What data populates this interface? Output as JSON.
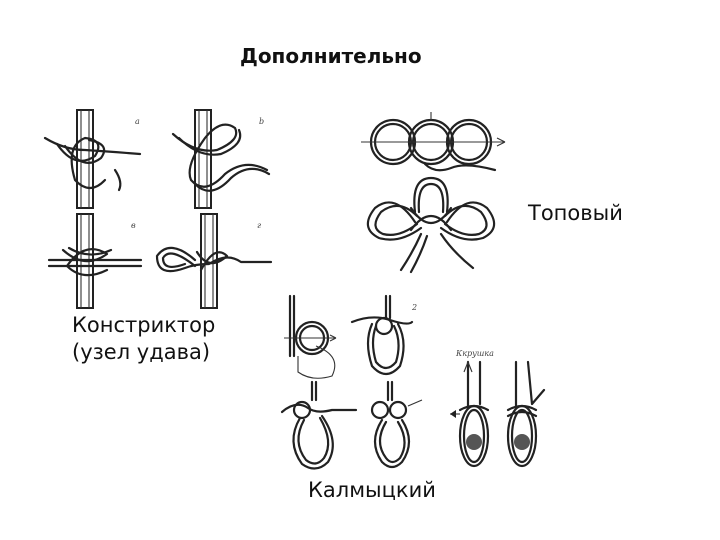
{
  "slide": {
    "title": "Дополнительно",
    "labels": {
      "topovy": "Топовый",
      "constrictor_line1": "Констриктор",
      "constrictor_line2": "(узел удава)",
      "kalmytsky": "Калмыцкий"
    },
    "figure_letters": {
      "constrictor": [
        "а",
        "b",
        "в",
        "г"
      ],
      "kalmytsky_arrow_text": "Ккрушкa"
    }
  }
}
